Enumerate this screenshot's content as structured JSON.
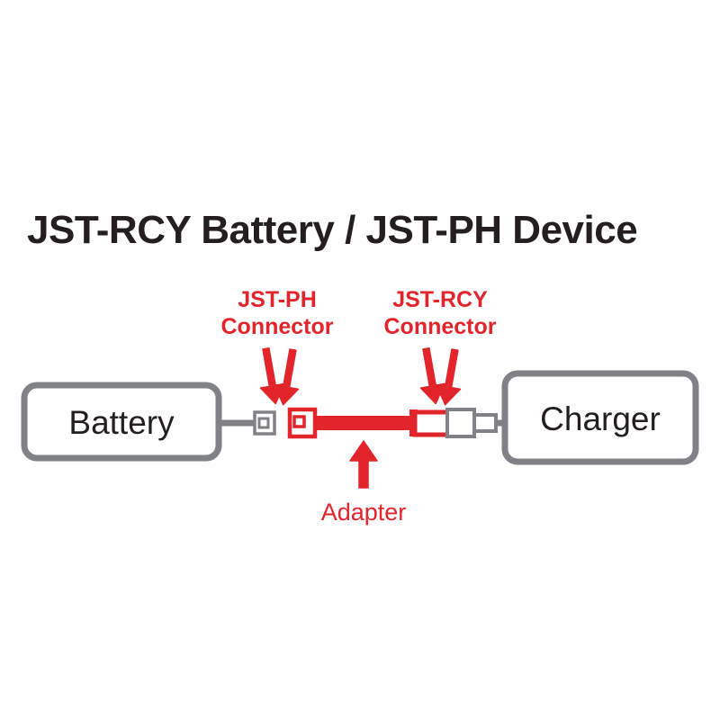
{
  "title": "JST-RCY Battery / JST-PH Device",
  "colors": {
    "red": "#e2242b",
    "gray": "#808285",
    "dark": "#231f20",
    "background": "#ffffff"
  },
  "boxes": {
    "battery": {
      "label": "Battery"
    },
    "charger": {
      "label": "Charger"
    }
  },
  "callouts": {
    "left": {
      "line1": "JST-PH",
      "line2": "Connector"
    },
    "right": {
      "line1": "JST-RCY",
      "line2": "Connector"
    },
    "adapter": {
      "label": "Adapter"
    }
  },
  "icons": {
    "arrow_down_left_outer": "arrow-down-icon",
    "arrow_down_left_inner": "arrow-down-icon",
    "arrow_down_right_inner": "arrow-down-icon",
    "arrow_down_right_outer": "arrow-down-icon",
    "arrow_up_adapter": "arrow-up-icon",
    "battery_plug": "jst-ph-male-connector-icon",
    "adapter_socket_left": "jst-ph-female-connector-icon",
    "adapter_socket_right": "jst-rcy-female-connector-icon",
    "charger_plug": "jst-rcy-male-connector-icon"
  }
}
